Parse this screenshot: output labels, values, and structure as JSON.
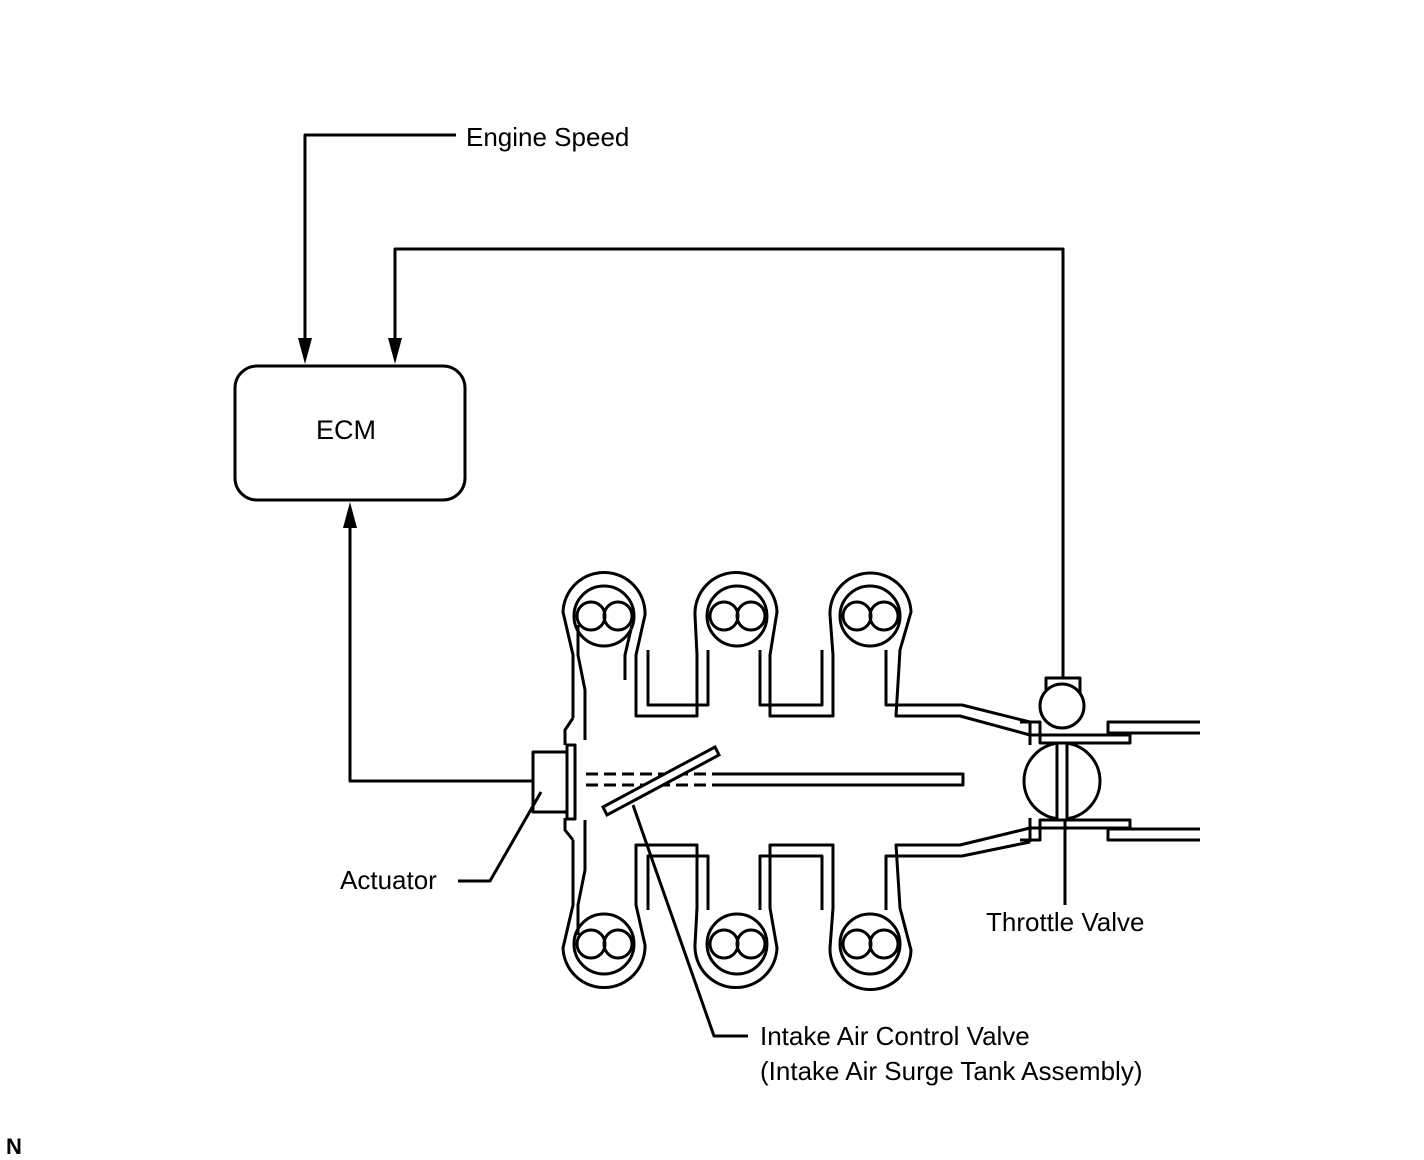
{
  "labels": {
    "engine_speed": "Engine Speed",
    "ecm": "ECM",
    "actuator": "Actuator",
    "throttle_valve": "Throttle Valve",
    "intake_valve_line1": "Intake Air Control Valve",
    "intake_valve_line2": "(Intake Air Surge Tank Assembly)",
    "figure_code": "N"
  }
}
